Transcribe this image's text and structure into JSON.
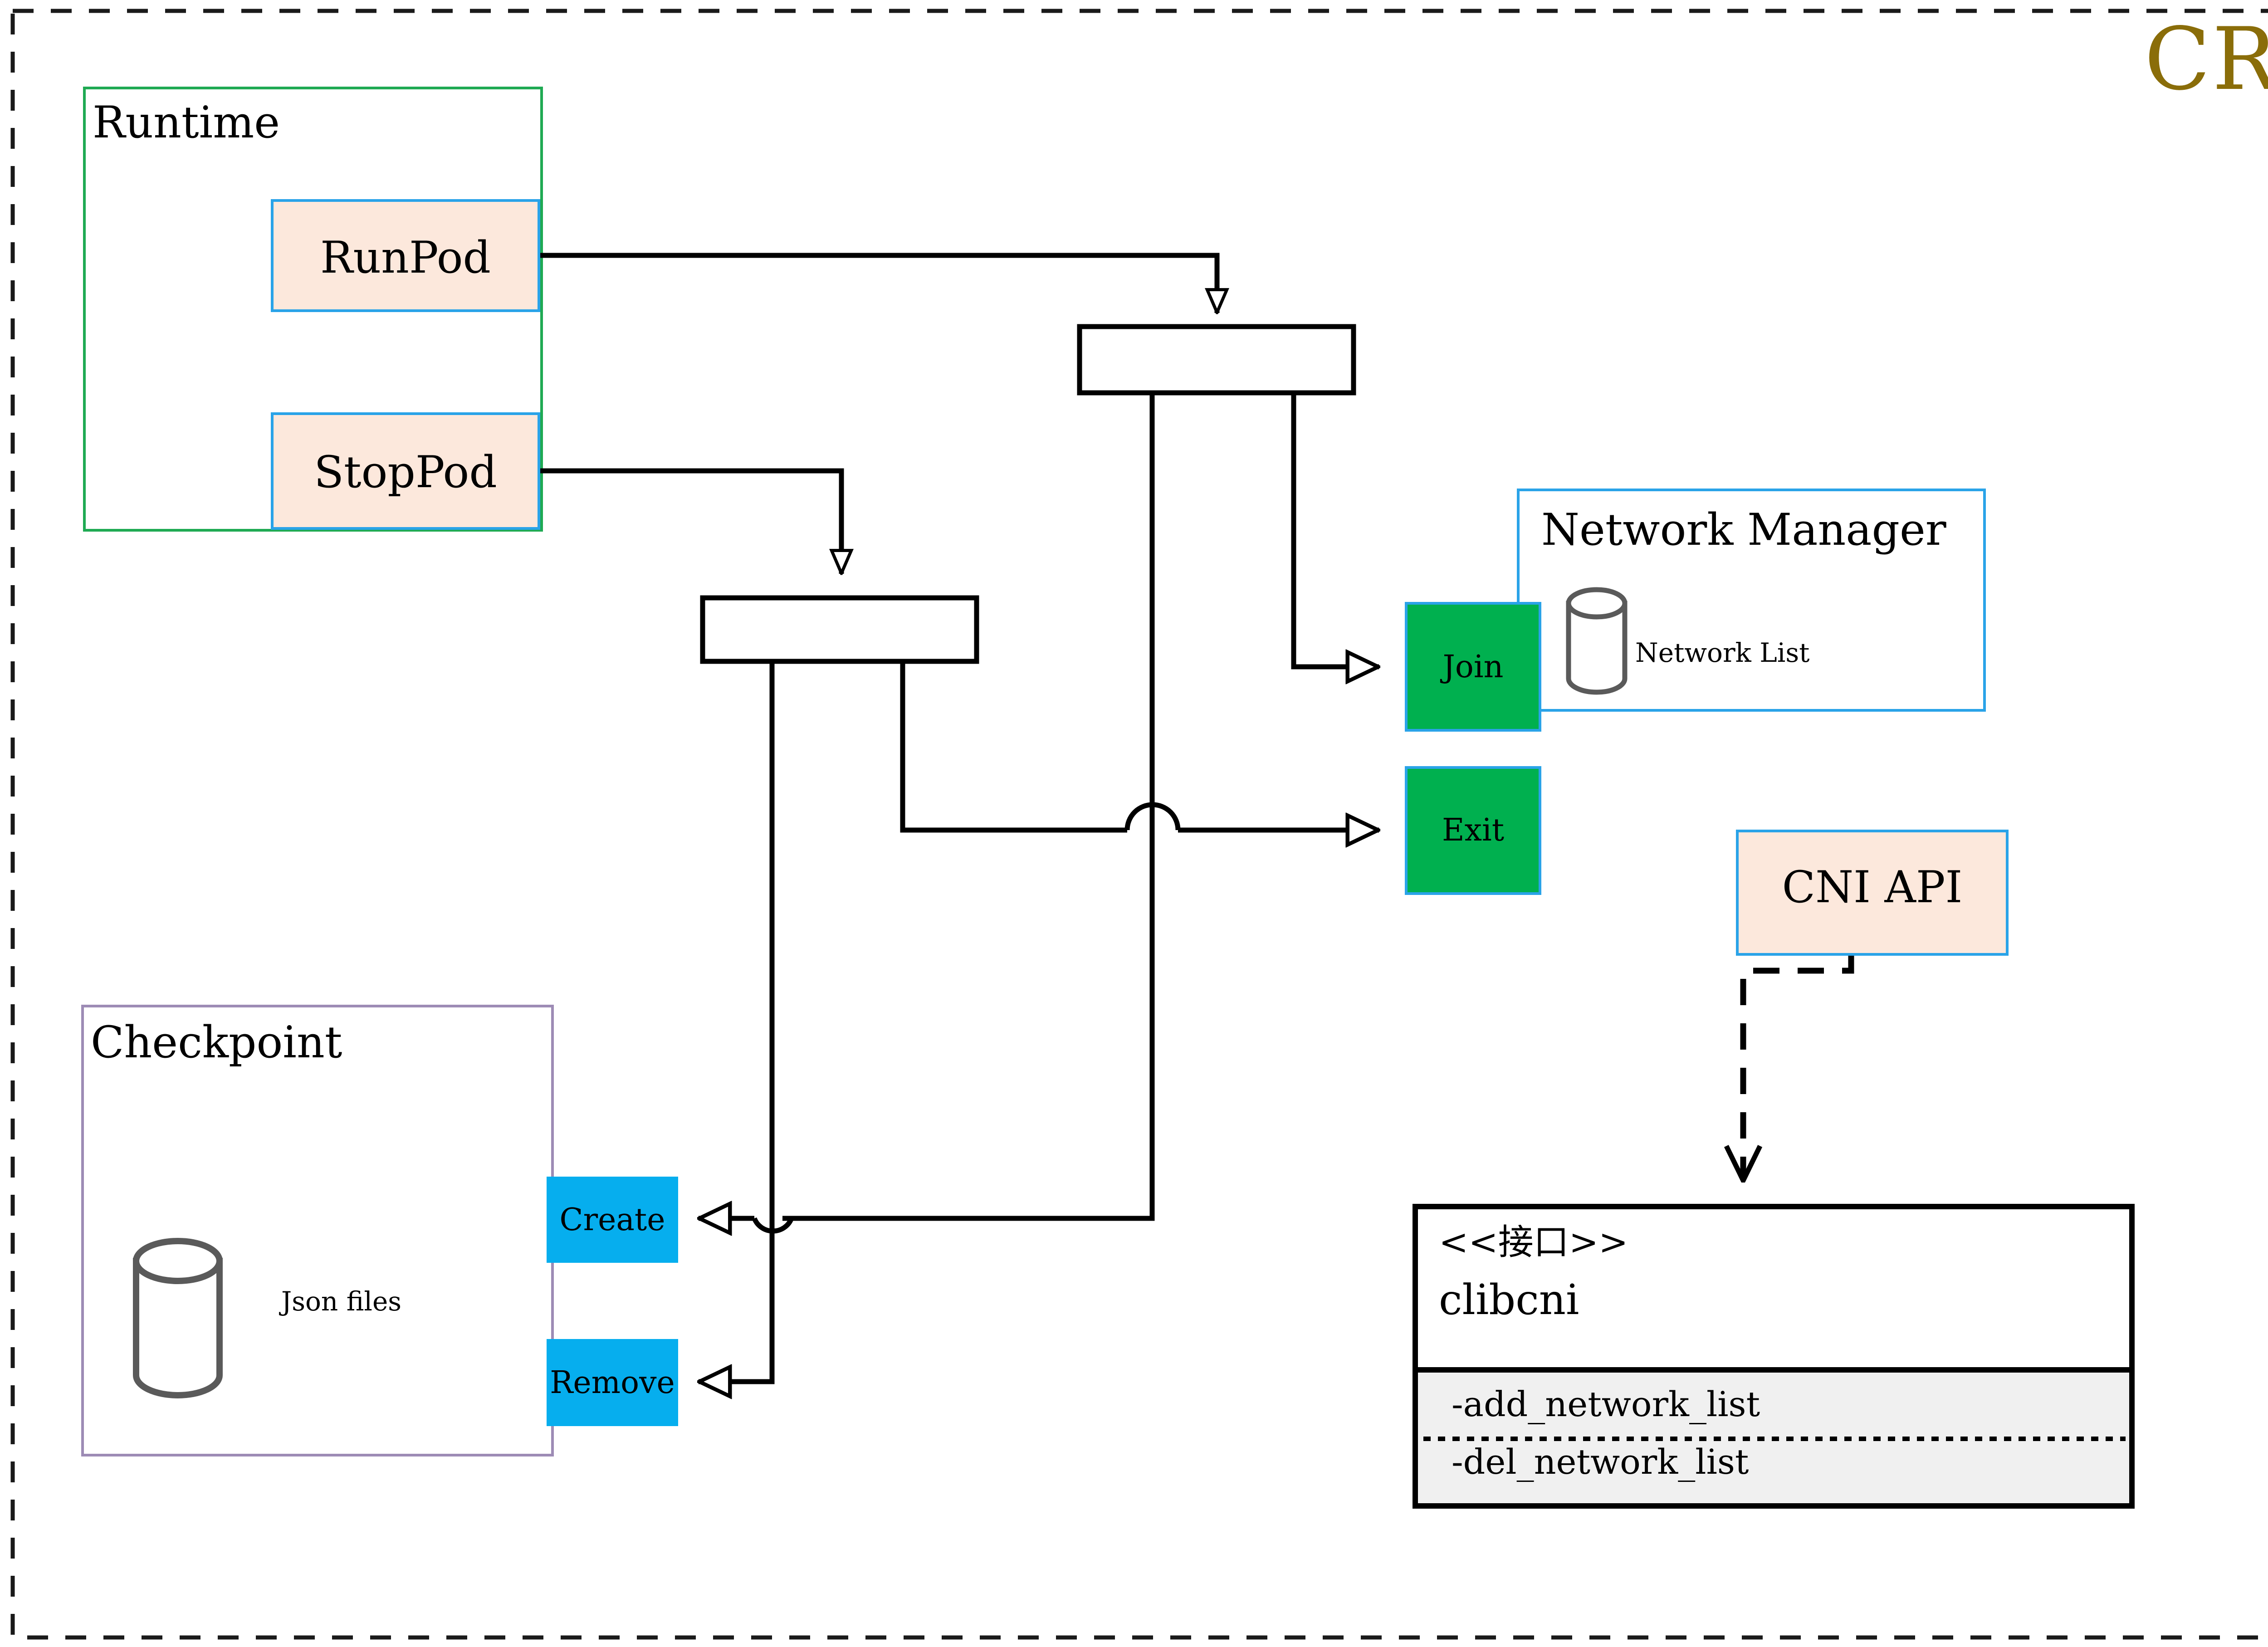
{
  "diagram": {
    "title": "CRI",
    "title_color": "#8a6d09",
    "outer_border": "dashed-black"
  },
  "groups": {
    "runtime": {
      "label": "Runtime",
      "border_color": "#1faa53"
    },
    "checkpoint": {
      "label": "Checkpoint",
      "border_color": "#9d8bb5",
      "store_label": "Json files"
    },
    "network_manager": {
      "label": "Network Manager",
      "border_color": "#2aa3e8",
      "store_label": "Network List"
    }
  },
  "boxes": {
    "runpod": {
      "label": "RunPod",
      "fill": "#fce8dc",
      "border": "#2aa3e8"
    },
    "stoppod": {
      "label": "StopPod",
      "fill": "#fce8dc",
      "border": "#2aa3e8"
    },
    "cni_api": {
      "label": "CNI API",
      "fill": "#fce8dc",
      "border": "#2aa3e8"
    },
    "join": {
      "label": "Join",
      "fill": "#00b04f",
      "border": "#2aa3e8"
    },
    "exit": {
      "label": "Exit",
      "fill": "#00b04f",
      "border": "#2aa3e8"
    },
    "create": {
      "label": "Create",
      "fill": "#06aeee",
      "border": "#06aeee"
    },
    "remove": {
      "label": "Remove",
      "fill": "#06aeee",
      "border": "#06aeee"
    }
  },
  "interface": {
    "stereotype": "<<接口>>",
    "name": "clibcni",
    "methods": [
      "-add_network_list",
      "-del_network_list"
    ],
    "border": "#000000",
    "methods_fill": "#f0f0f0"
  },
  "junctions": {
    "upper": {
      "label": ""
    },
    "lower": {
      "label": ""
    }
  }
}
